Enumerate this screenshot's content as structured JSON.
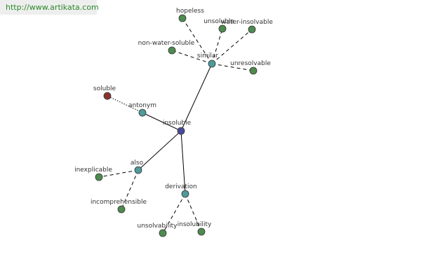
{
  "source_url": "http://www.artikata.com",
  "colors": {
    "center": "#4a4a9a",
    "relation": "#4f9a9a",
    "word": "#4f8a4f",
    "antonym_word": "#8b3333"
  },
  "nodes": {
    "insoluble": "insoluble",
    "similar": "similar",
    "antonym": "antonym",
    "also": "also",
    "derivation": "derivation",
    "hopeless": "hopeless",
    "unsoluble": "unsoluble",
    "water_insolvable": "water-insolvable",
    "non_water_soluble": "non-water-soluble",
    "unresolvable": "unresolvable",
    "soluble": "soluble",
    "inexplicable": "inexplicable",
    "incomprehensible": "incomprehensible",
    "unsolvability": "unsolvability",
    "insolubility": "insolubility"
  }
}
